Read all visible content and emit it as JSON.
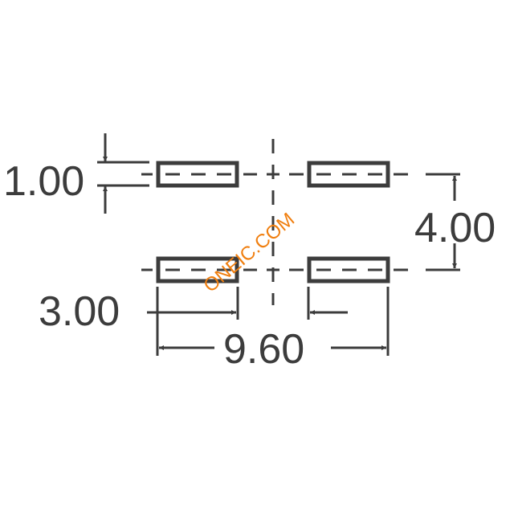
{
  "diagram": {
    "type": "pcb-land-pattern",
    "colors": {
      "line": "#3c3c3c",
      "background": "#ffffff",
      "watermark": "#f07f10"
    },
    "dimensions": {
      "pad_height": "1.00",
      "row_pitch": "4.00",
      "pad_width": "3.00",
      "overall_length": "9.60"
    },
    "watermark": "ONEIC.COM",
    "pads": [
      {
        "id": "top-left"
      },
      {
        "id": "top-right"
      },
      {
        "id": "bottom-left"
      },
      {
        "id": "bottom-right"
      }
    ]
  }
}
